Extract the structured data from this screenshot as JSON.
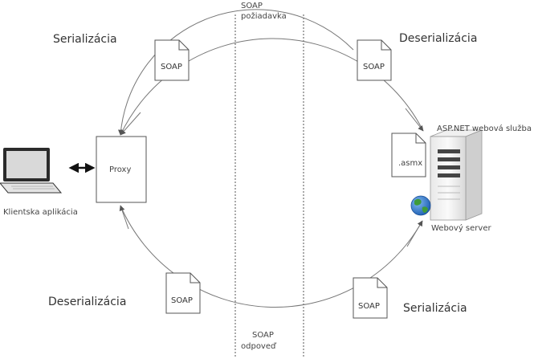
{
  "top_channel": {
    "line1": "SOAP",
    "line2": "požiadavka"
  },
  "bottom_channel": {
    "line1": "SOAP",
    "line2": "odpoveď"
  },
  "labels": {
    "serialization_top": "Serializácia",
    "deserialization_top": "Deserializácia",
    "deserialization_bottom": "Deserializácia",
    "serialization_bottom": "Serializácia"
  },
  "client": {
    "label": "Klientska aplikácia"
  },
  "proxy": {
    "label": "Proxy"
  },
  "server": {
    "service_label": "ASP.NET webová služba",
    "server_label": "Webový server",
    "asmx_label": ".asmx"
  },
  "docs": {
    "top_left": "SOAP",
    "top_right": "SOAP",
    "bottom_left": "SOAP",
    "bottom_right": "SOAP"
  },
  "colors": {
    "line": "#666666",
    "globe_blue": "#2a6fc9",
    "globe_green": "#3f9b3a"
  },
  "icons": [
    "laptop-icon",
    "document-icon",
    "server-icon",
    "globe-icon"
  ]
}
